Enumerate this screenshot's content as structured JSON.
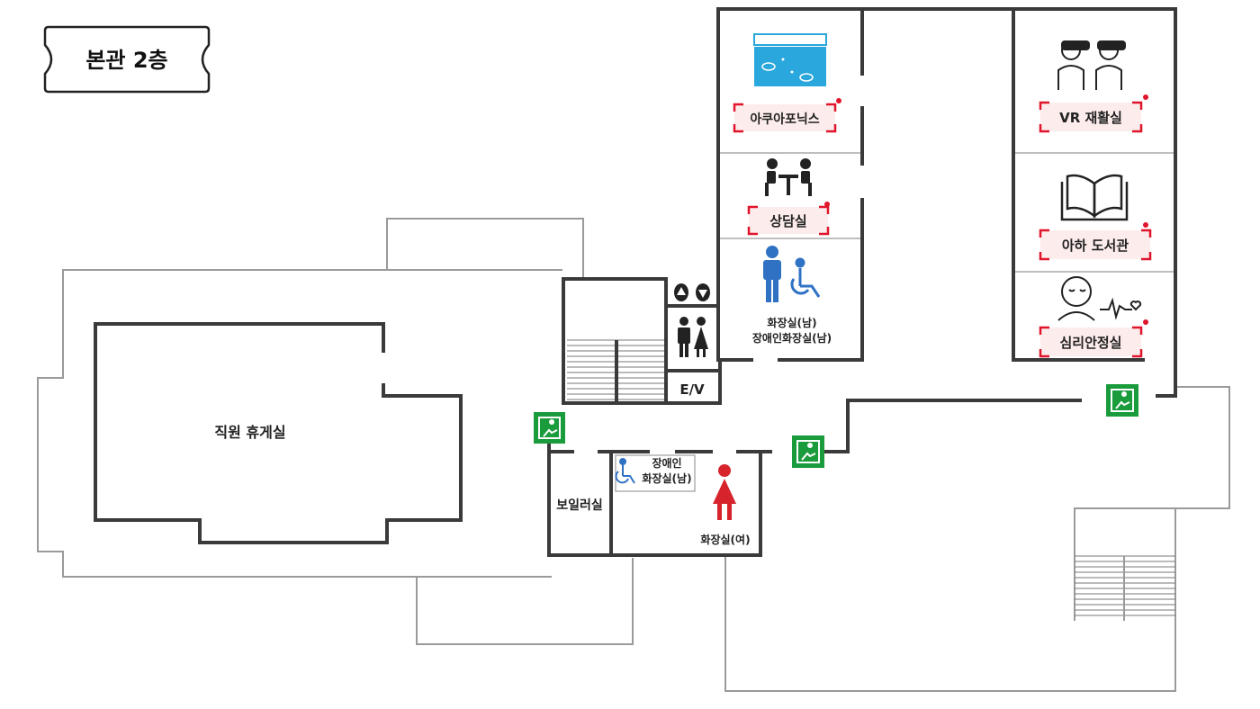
{
  "floor_title": "본관 2층",
  "rooms": {
    "staff_lounge": "직원 휴게실",
    "aquaponics": "아쿠아포닉스",
    "counseling": "상담실",
    "vr_rehab": "VR 재활실",
    "aha_library": "아하 도서관",
    "psych_stability": "심리안정실",
    "boiler": "보일러실",
    "restroom_men_line1": "화장실(남)",
    "restroom_men_line2": "장애인화장실(남)",
    "accessible_men_line1": "장애인",
    "accessible_men_line2": "화장실(남)",
    "restroom_women": "화장실(여)",
    "elevator": "E/V"
  },
  "colors": {
    "wall": "#3a3a3a",
    "outline": "#9a9a9a",
    "tag_bracket": "#e0142a",
    "tag_fill": "#fdecec",
    "exit_green": "#1a9b3c",
    "men_blue": "#2f72c4",
    "women_red": "#d7242c",
    "aquarium_blue": "#2aa7dc"
  },
  "icons": [
    "aquarium-icon",
    "vr-users-icon",
    "meeting-table-icon",
    "open-book-icon",
    "calm-face-heartbeat-icon",
    "male-icon",
    "wheelchair-icon",
    "female-icon",
    "elevator-up-down-icon",
    "restroom-pictogram-icon",
    "emergency-exit-icon"
  ]
}
